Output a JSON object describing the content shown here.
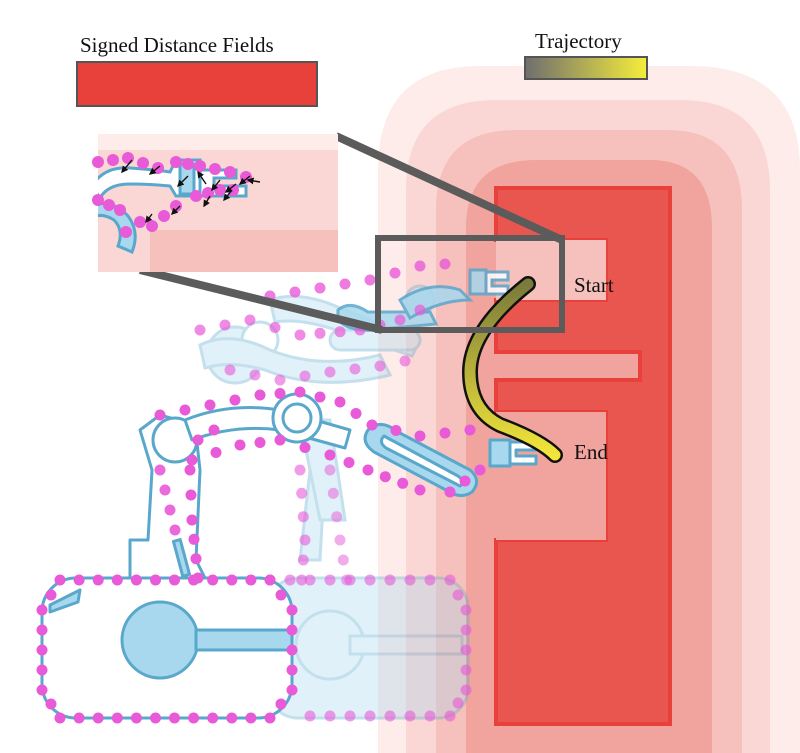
{
  "legend": {
    "sdf_label": "Signed Distance Fields",
    "sdf_color": "#e8403a",
    "trajectory_label": "Trajectory",
    "trajectory_gradient": [
      "#6e6e6e",
      "#f6ee3a"
    ]
  },
  "labels": {
    "start": "Start",
    "end": "End"
  },
  "colors": {
    "obstacle": "#e8403a",
    "field_layers": [
      "#fdecea",
      "#fad7d4",
      "#f6c0bc",
      "#f1a39d"
    ],
    "robot_fill": "#a8d8ee",
    "robot_stroke": "#5aa7cc",
    "collision_point": "#e85ad8",
    "zoom_frame": "#5b5b5b",
    "trajectory_outline": "#111111"
  },
  "icons": {
    "gradient_arrows": "arrow-icon"
  }
}
